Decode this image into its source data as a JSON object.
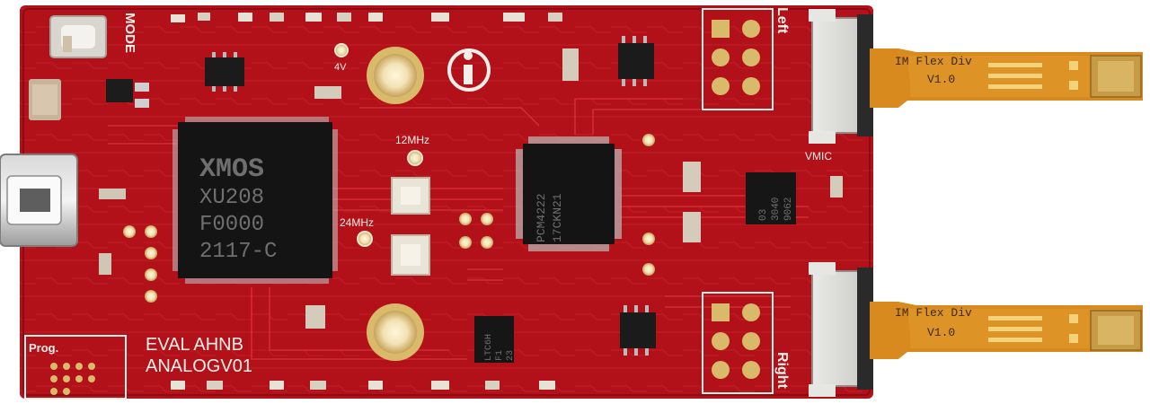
{
  "photo": {
    "board_color": "#b3111a",
    "flex_color": "#d88a1e",
    "silkscreen_color": "#f2efe9",
    "gold_color": "#d9b96a"
  },
  "labels": {
    "mode": "MODE",
    "left": "Left",
    "right": "Right",
    "prog": "Prog.",
    "v4": "4V",
    "mhz12": "12MHz",
    "mhz24": "24MHz",
    "vmic": "VMIC",
    "eval_line1": "EVAL AHNB",
    "eval_line2": "ANALOGV01"
  },
  "chips": {
    "xmos_line1": "XMOS",
    "xmos_line2": "XU208",
    "xmos_line3": "F0000",
    "xmos_line4": "2117-C",
    "pcm_line1": "PCM4222",
    "pcm_line2": "17CKN21",
    "lt_line1": "3040",
    "lt_line2": "9062",
    "lt_line3": "03",
    "ltc_line1": "LTC6H",
    "ltc_line2": "F1",
    "ltc_line3": "23"
  },
  "flex": {
    "top_name": "IM Flex Div",
    "top_version": "V1.0",
    "bottom_name": "IM Flex Div",
    "bottom_version": "V1.0"
  }
}
